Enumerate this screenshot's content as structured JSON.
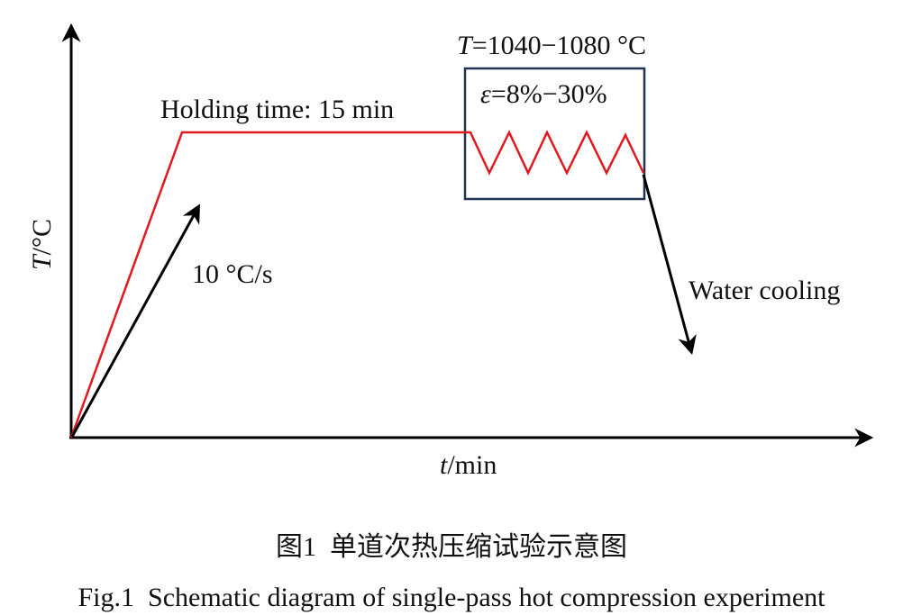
{
  "diagram": {
    "y_axis_label_var": "T",
    "y_axis_label_unit": "/°C",
    "x_axis_label_var": "t",
    "x_axis_label_unit": "/min",
    "holding_label": "Holding time: 15 min",
    "heating_rate_label": "10 °C/s",
    "temperature_range_var": "T",
    "temperature_range_value": "=1040−1080 °C",
    "strain_var": "ε",
    "strain_value": "=8%−30%",
    "cooling_label": "Water cooling",
    "colors": {
      "curve": "#e0191e",
      "box": "#1f3350",
      "axis": "#000000"
    }
  },
  "caption": {
    "chinese": "图1  单道次热压缩试验示意图",
    "english": "Fig.1  Schematic diagram of single-pass hot compression experiment"
  }
}
